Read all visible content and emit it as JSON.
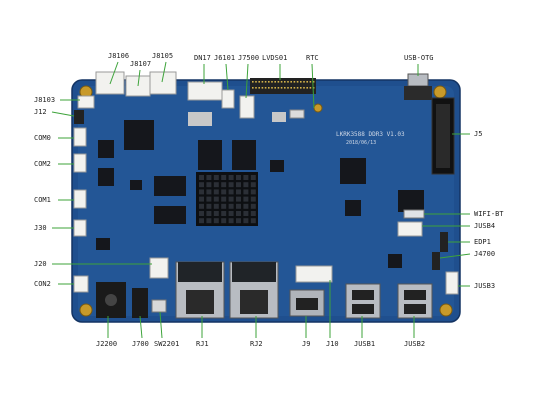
{
  "board": {
    "silkscreen_main": "LKRK3588 DDR3 V1.03",
    "silkscreen_date": "2018/06/13"
  },
  "labels": {
    "j8106": "J8106",
    "j8105": "J8105",
    "j8107": "J8107",
    "dn17": "DN17",
    "j6101": "J6101",
    "j7500": "J7500",
    "lvds01": "LVDS01",
    "rtc": "RTC",
    "usb_otg": "USB-OTG",
    "j8103": "J8103",
    "j12": "J12",
    "com0": "COM0",
    "com2": "COM2",
    "com1": "COM1",
    "j30": "J30",
    "j20": "J20",
    "con2": "CON2",
    "j5": "J5",
    "wifi_bt": "WIFI-BT",
    "jusb4": "JUSB4",
    "edp1": "EDP1",
    "j4700": "J4700",
    "jusb3": "JUSB3",
    "j2200": "J2200",
    "j700": "J700",
    "sw2201": "SW2201",
    "rj1": "RJ1",
    "rj2": "RJ2",
    "j9": "J9",
    "j10": "J10",
    "jusb1": "JUSB1",
    "jusb2": "JUSB2"
  },
  "colors": {
    "pcb": "#1f4f8e",
    "pcb_dark": "#173c6f",
    "callout": "#3da33a",
    "label_text": "#222222"
  }
}
